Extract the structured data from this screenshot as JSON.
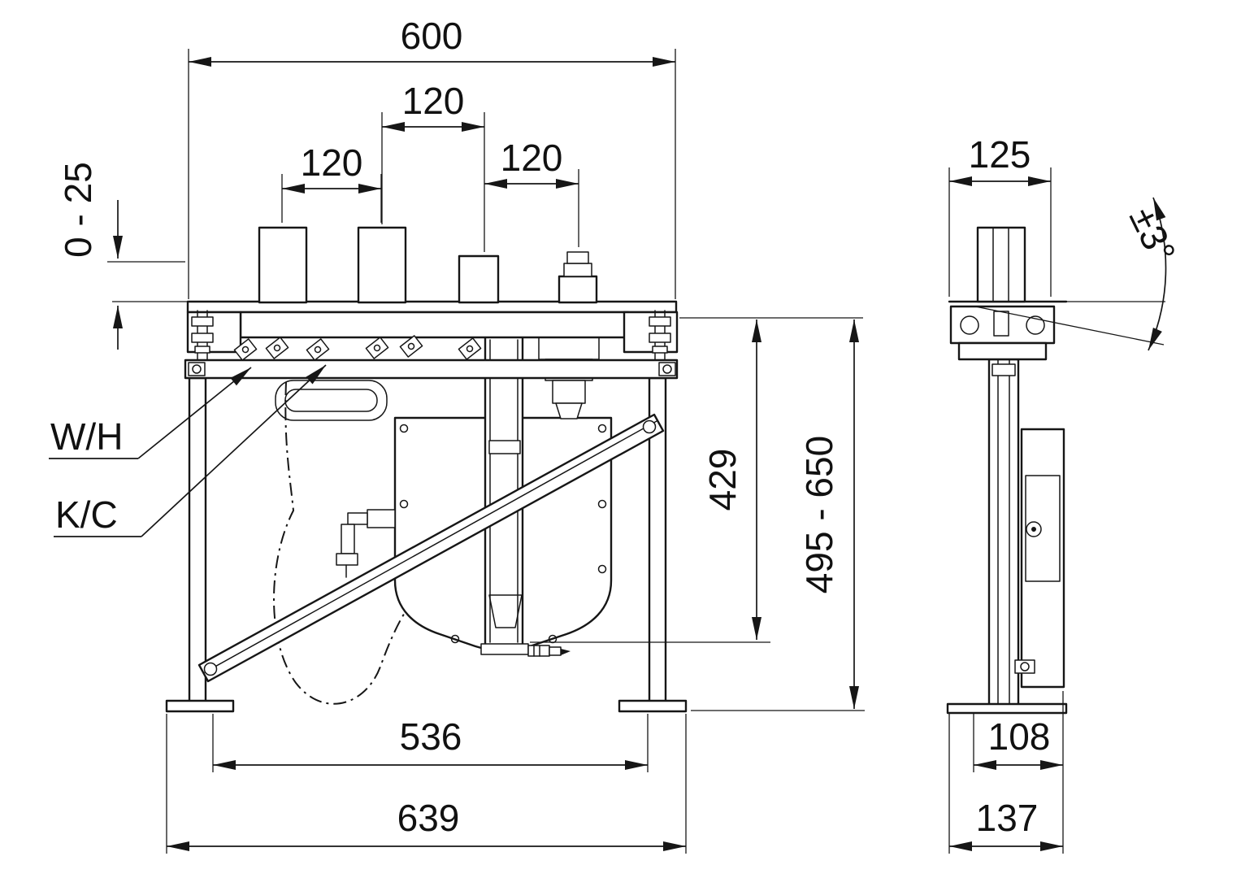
{
  "drawing": {
    "front": {
      "dims": {
        "top_width": "600",
        "spacing_left": "120",
        "spacing_center": "120",
        "spacing_right": "120",
        "adjustment": "0 - 25",
        "inner_height": "429",
        "height_range": "495 - 650",
        "inner_span": "536",
        "base_width": "639"
      },
      "callouts": {
        "wh": "W/H",
        "kc": "K/C"
      }
    },
    "side": {
      "dims": {
        "top_width": "125",
        "tilt_angle": "±3°",
        "inner_depth": "108",
        "base_depth": "137"
      }
    }
  }
}
